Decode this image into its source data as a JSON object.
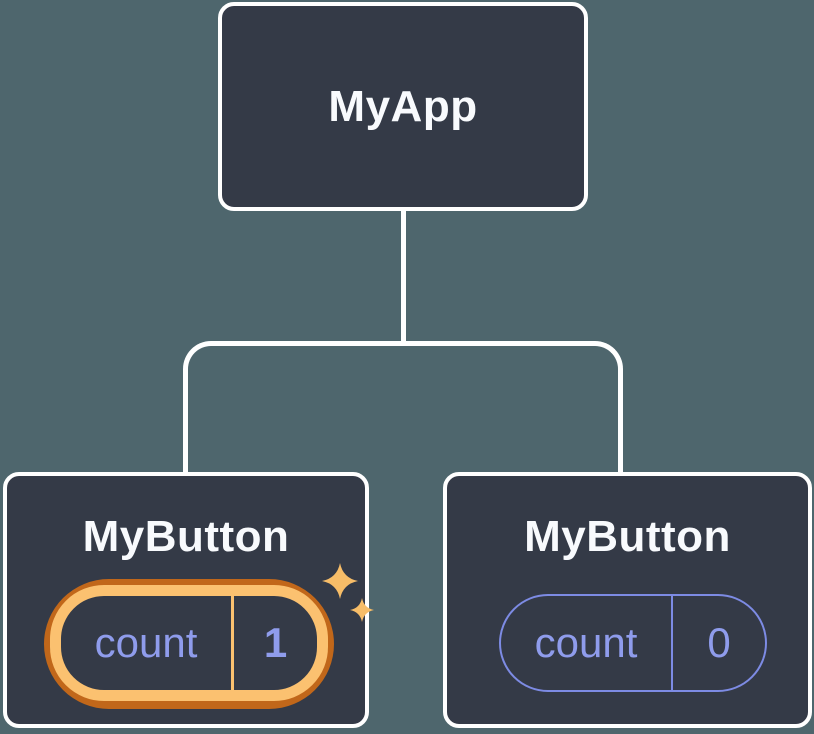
{
  "colors": {
    "background": "#4E666D",
    "node_fill": "#343A47",
    "node_border": "#FFFFFF",
    "connector": "#FFFFFF",
    "heading_text": "#F8FAFD",
    "purple_text": "#8F9CEC",
    "purple_line": "#7D8BE4",
    "orange_outer": "#C1671A",
    "orange_inner": "#FBC170",
    "sparkle": "#F7BD68"
  },
  "icons": {
    "highlight": "sparkles-icon"
  },
  "diagram": {
    "root": {
      "label": "MyApp"
    },
    "children": [
      {
        "label": "MyButton",
        "state_name": "count",
        "state_value": "1",
        "highlighted": true
      },
      {
        "label": "MyButton",
        "state_name": "count",
        "state_value": "0",
        "highlighted": false
      }
    ]
  }
}
